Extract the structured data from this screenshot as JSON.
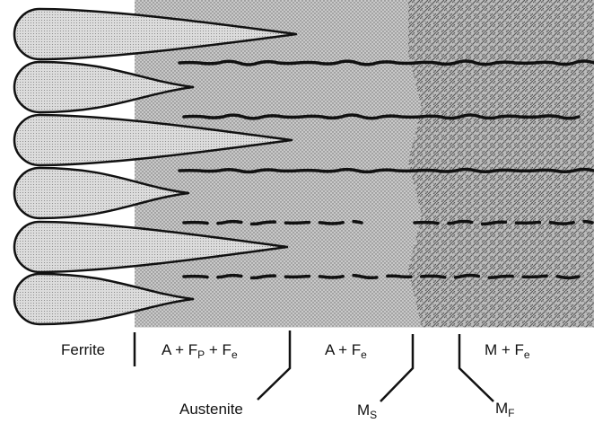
{
  "labels": {
    "ferrite": "Ferrite",
    "zone_a_fp_fe": {
      "a": "A + F",
      "p_sub": "P",
      "plus": " + F",
      "e_sub": "e"
    },
    "zone_a_fe": {
      "a": "A + F",
      "e_sub": "e"
    },
    "zone_m_fe": {
      "m": "M + F",
      "e_sub": "e"
    },
    "austenite": "Austenite",
    "ms": {
      "m": "M",
      "s_sub": "S"
    },
    "mf": {
      "m": "M",
      "f_sub": "F"
    }
  },
  "colors": {
    "ferrite_fill": "#d2d2d2",
    "austenite_fill": "#bdbdbd",
    "martensite_fill": "#a6a6a6",
    "outline": "#111111"
  }
}
